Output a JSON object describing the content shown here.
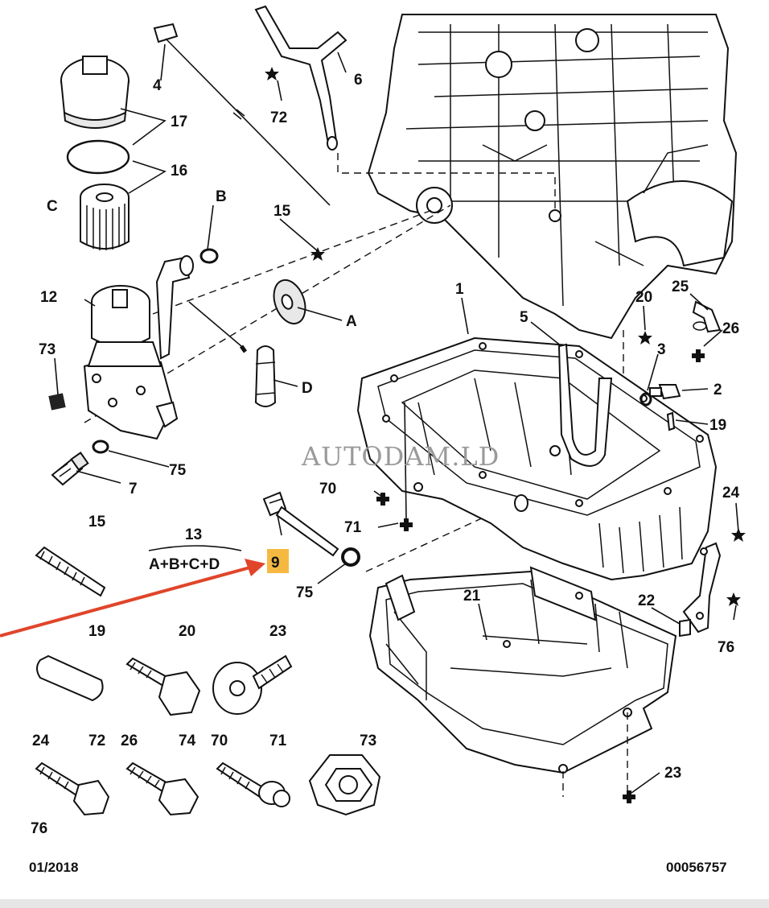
{
  "labels": {
    "p1": "1",
    "p2": "2",
    "p3": "3",
    "p4": "4",
    "p5": "5",
    "p6": "6",
    "p7": "7",
    "p9": "9",
    "p12": "12",
    "p13": "13",
    "p15": "15",
    "p15b": "15",
    "p16": "16",
    "p17": "17",
    "p19": "19",
    "p19b": "19",
    "p20": "20",
    "p20b": "20",
    "p21": "21",
    "p22": "22",
    "p23": "23",
    "p23b": "23",
    "p24": "24",
    "p24b": "24",
    "p25": "25",
    "p26": "26",
    "p26b": "26",
    "p70": "70",
    "p70b": "70",
    "p71": "71",
    "p71b": "71",
    "p72": "72",
    "p72b": "72",
    "p73": "73",
    "p73b": "73",
    "p74": "74",
    "p75": "75",
    "p75b": "75",
    "p76": "76",
    "p76b": "76",
    "pA": "A",
    "pB": "B",
    "pC": "C",
    "pD": "D"
  },
  "kit_formula": "A+B+C+D",
  "watermark": "AUTODAM.LD",
  "footer": {
    "date": "01/2018",
    "reference": "00056757"
  },
  "colors": {
    "highlight": "#f5b942",
    "arrow": "#e0452a",
    "ink": "#111111",
    "watermark": "#9a9a9a"
  },
  "icons": [
    "tightening-star-icon",
    "cross-marker-icon",
    "pointer-arrow-icon"
  ]
}
